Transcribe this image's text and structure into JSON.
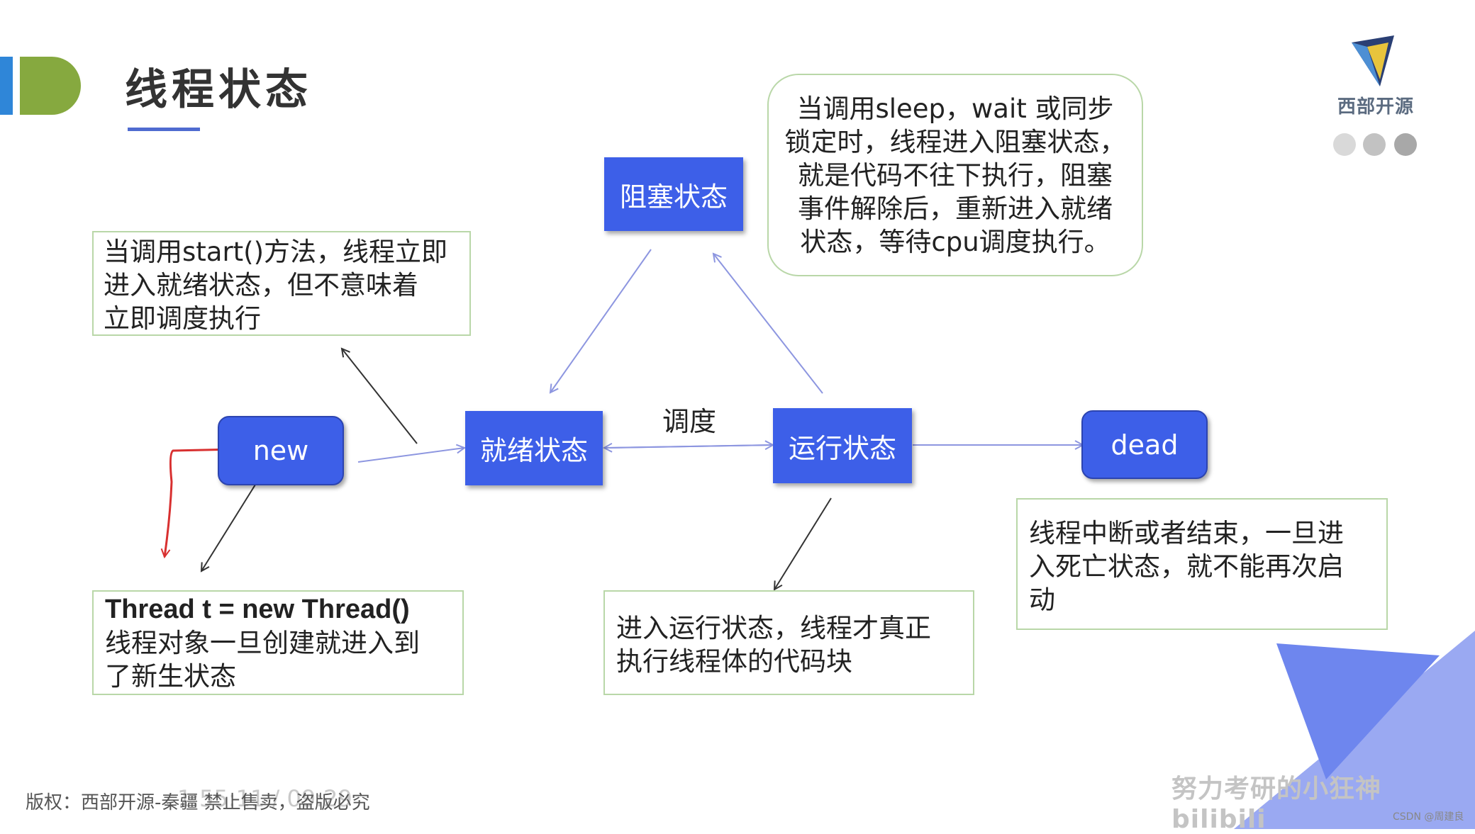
{
  "header": {
    "title": "线程状态"
  },
  "logo": {
    "text": "西部开源"
  },
  "states": {
    "new": "new",
    "ready": "就绪状态",
    "blocked": "阻塞状态",
    "running": "运行状态",
    "dead": "dead"
  },
  "edge_label": "调度",
  "notes": {
    "start": [
      "当调用start()方法，线程立即",
      "进入就绪状态，但不意味着",
      "立即调度执行"
    ],
    "blocked": [
      "当调用sleep，wait 或同步",
      "锁定时，线程进入阻塞状态，",
      "就是代码不往下执行，阻塞",
      "事件解除后，重新进入就绪",
      "状态，等待cpu调度执行。"
    ],
    "new_title": "Thread t = new Thread()",
    "new": [
      "线程对象一旦创建就进入到",
      "了新生状态"
    ],
    "running": [
      "进入运行状态，线程才真正",
      "执行线程体的代码块"
    ],
    "dead": [
      "线程中断或者结束，一旦进",
      "入死亡状态，就不能再次启",
      "动"
    ]
  },
  "footer": {
    "copyright": "版权：西部开源-秦疆  禁止售卖，盗版必究",
    "video_time": "1:55:11 / 09:29",
    "watermark": "努力考研的小狂神 bilibili",
    "csdn": "CSDN @周建良"
  },
  "colors": {
    "state_fill": "#3d5fe8",
    "note_border": "#b9d7a8",
    "arrow_blue": "#8d96e0",
    "arrow_dark": "#333333",
    "annotation_red": "#d83030",
    "accent_blue": "#2f86d8",
    "accent_green": "#86a93f",
    "corner_blue": "#6e86ee"
  }
}
